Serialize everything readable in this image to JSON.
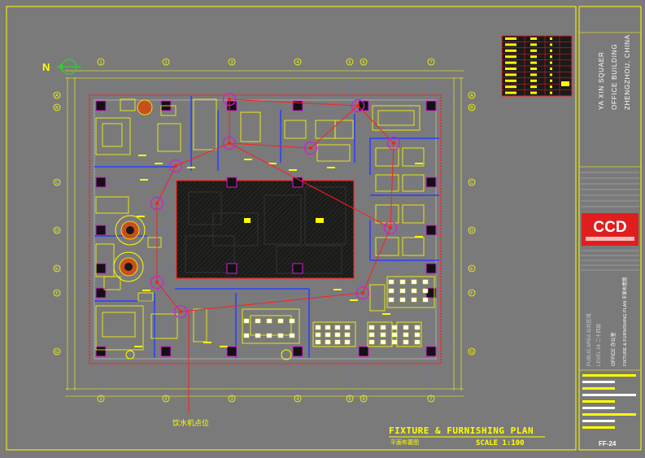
{
  "drawing": {
    "title_main": "FIXTURE & FURNISHING PLAN",
    "title_sub": "平面布置图",
    "scale": "SCALE 1:100",
    "north_letter": "N",
    "callout_label": "饮水机点位",
    "sheet_number": "FF-24"
  },
  "title_block": {
    "project_name": "YA XIN SQUAER",
    "building": "OFFICE BUILDING",
    "location": "ZHENGZHOU, CHINA",
    "logo": "CCD",
    "drawing_name_vertical": "FIXTURE & FURNISHING PLAN 平面布置图",
    "area_label_1": "PUBLIC AREA  公共区域",
    "area_label_2": "LEVEL 24  二十四层",
    "area_label_3": "OFFICE 办公室"
  },
  "grid": {
    "top_labels": [
      "1",
      "2",
      "3",
      "4",
      "5",
      "6",
      "7"
    ],
    "side_labels": [
      "A",
      "B",
      "C",
      "D",
      "E",
      "F",
      "G"
    ],
    "colors": {
      "background": "#7a7a7a",
      "wall": "#1a1a1a",
      "yellow": "#ffff00",
      "red": "#ff1e1e",
      "blue": "#2a40ff",
      "magenta": "#d21ed2",
      "white": "#ffffff"
    }
  }
}
